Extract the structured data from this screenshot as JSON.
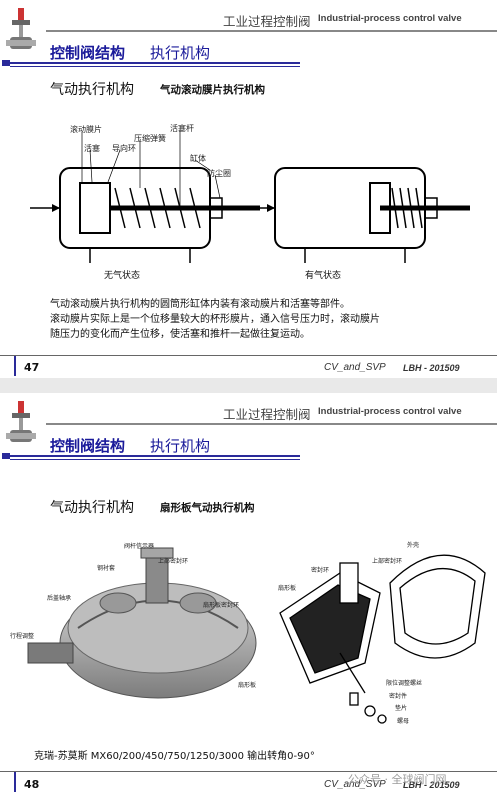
{
  "slide1": {
    "header_cn": "工业过程控制阀",
    "header_en": "Industrial-process control valve",
    "title_main": "控制阀结构",
    "title_sub": "执行机构",
    "subtitle": "气动执行机构",
    "subtitle_detail": "气动滚动膜片执行机构",
    "labels": {
      "rolling_diaphragm": "滚动膜片",
      "piston": "活塞",
      "guide_ring": "导向环",
      "compression_spring": "压缩弹簧",
      "piston_rod": "活塞杆",
      "cylinder": "缸体",
      "dust_ring": "防尘圈"
    },
    "state_left": "无气状态",
    "state_right": "有气状态",
    "paragraph": [
      "气动滚动膜片执行机构的圆筒形缸体内装有滚动膜片和活塞等部件。",
      "滚动膜片实际上是一个位移量较大的杯形膜片，通入信号压力时，滚动膜片",
      "随压力的变化而产生位移，使活塞和推杆一起做往复运动。"
    ],
    "page_number": "47",
    "footer_cv": "CV_and_SVP",
    "footer_lbh": "LBH - 201509"
  },
  "slide2": {
    "header_cn": "工业过程控制阀",
    "header_en": "Industrial-process control valve",
    "title_main": "控制阀结构",
    "title_sub": "执行机构",
    "subtitle": "气动执行机构",
    "subtitle_detail": "扇形板气动执行机构",
    "labels_left": [
      "阀杆信示器",
      "钢衬套",
      "上部密封环",
      "扇形板密封环",
      "扇形板",
      "后盖轴承",
      "行程调整"
    ],
    "labels_right": [
      "外壳",
      "上部密封环",
      "扇形板",
      "密封环",
      "限位调整螺丝",
      "密封件",
      "垫片",
      "螺母"
    ],
    "caption": "克瑞-苏莫斯  MX60/200/450/750/1250/3000    输出转角0-90°",
    "page_number": "48",
    "footer_cv": "CV_and_SVP",
    "footer_lbh": "LBH - 201509",
    "watermark": "公众号 · 全球阀门网"
  }
}
